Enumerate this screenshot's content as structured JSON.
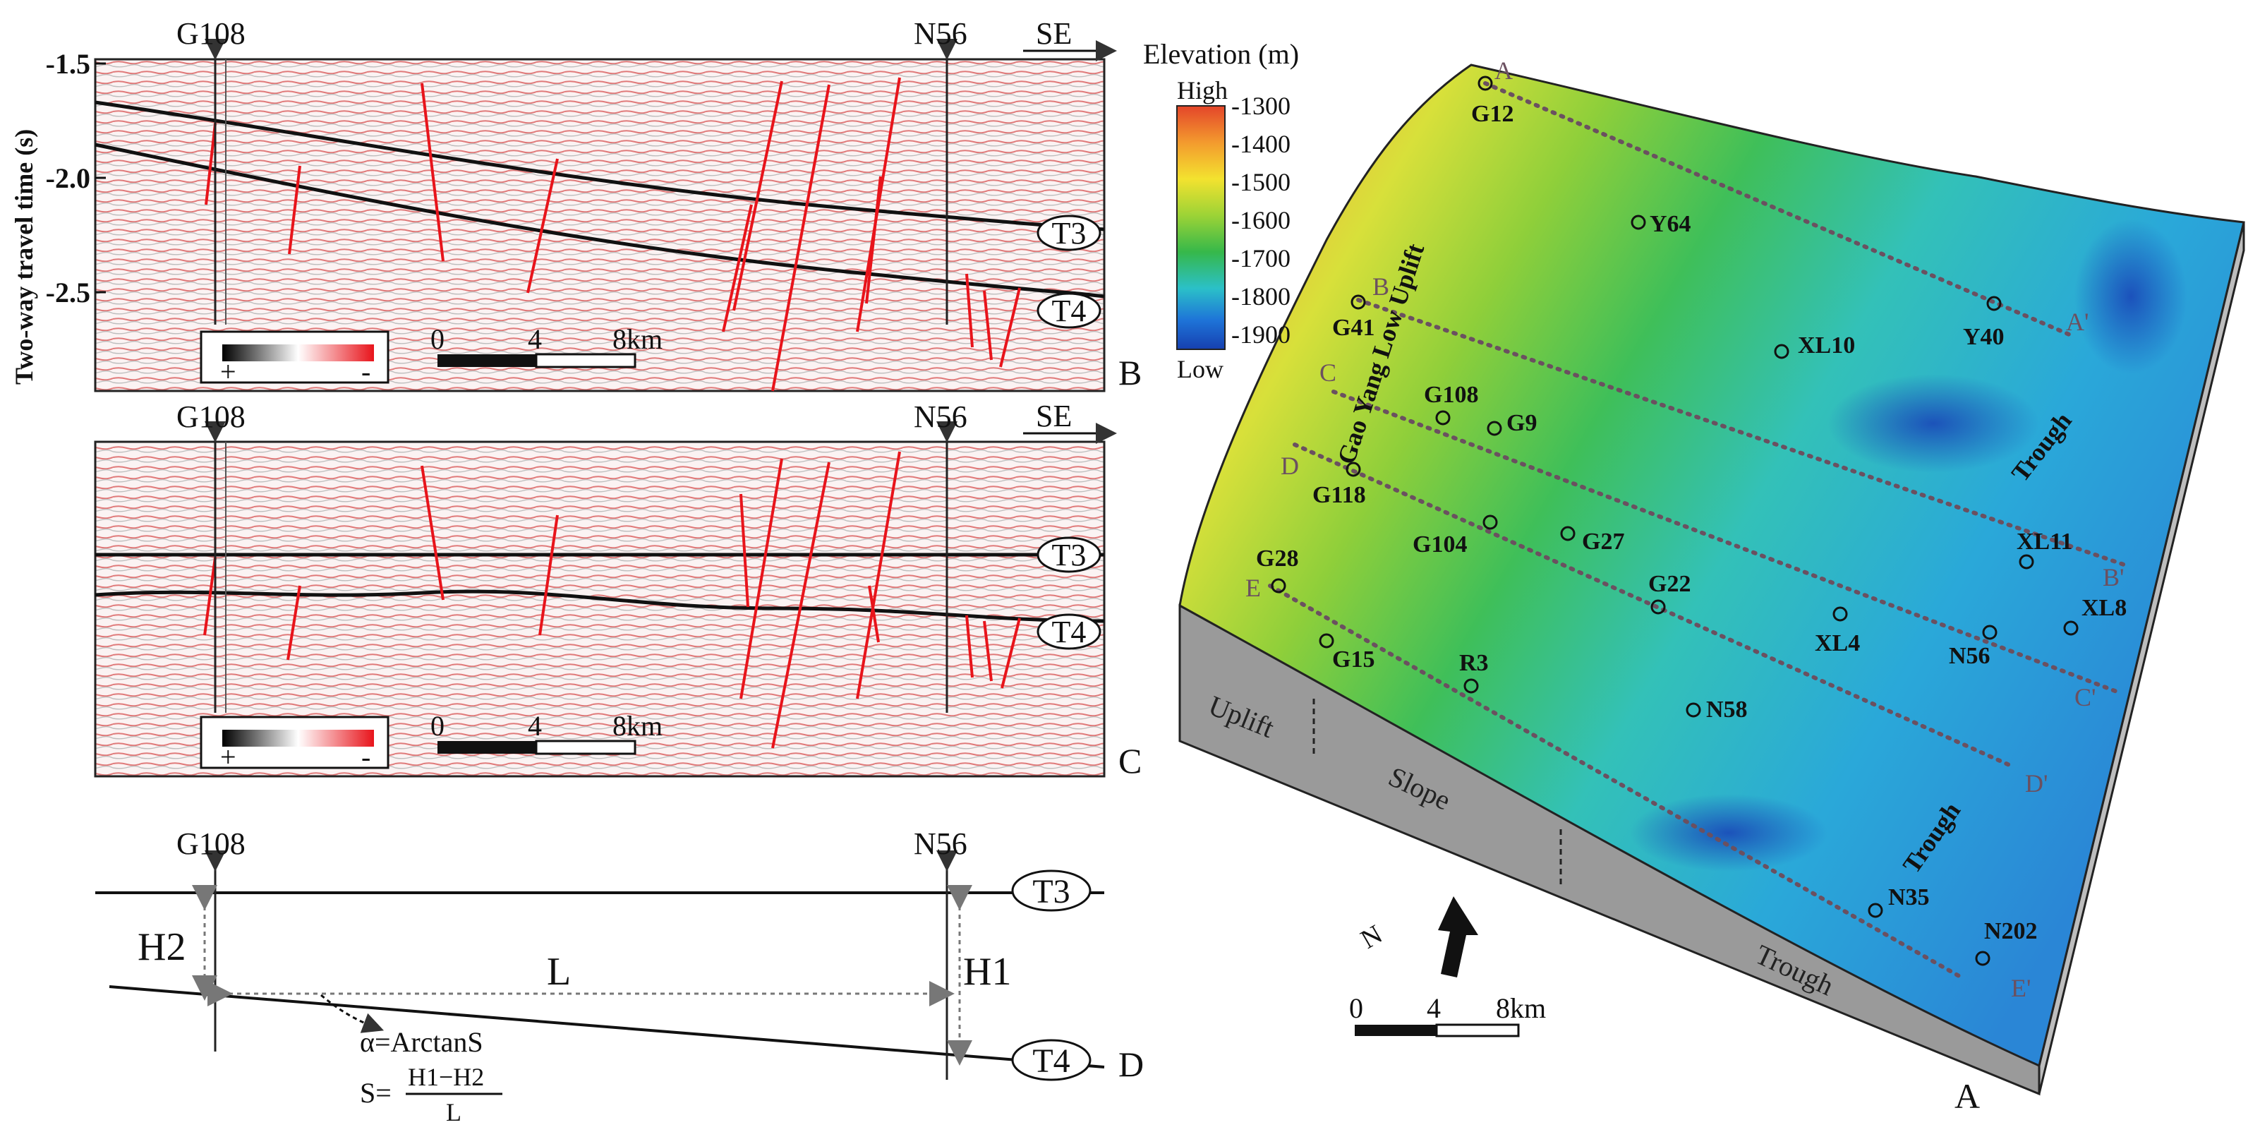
{
  "panel_b": {
    "wells": [
      "G108",
      "N56"
    ],
    "direction": "SE",
    "y_axis_label": "Two-way travel time (s)",
    "y_ticks": [
      "-1.5",
      "-2.0",
      "-2.5"
    ],
    "horizons": [
      "T3",
      "T4"
    ],
    "scale_ticks": [
      "0",
      "4",
      "8km"
    ],
    "polarity": [
      "+",
      "-"
    ],
    "panel_letter": "B"
  },
  "panel_c": {
    "wells": [
      "G108",
      "N56"
    ],
    "direction": "SE",
    "horizons": [
      "T3",
      "T4"
    ],
    "scale_ticks": [
      "0",
      "4",
      "8km"
    ],
    "polarity": [
      "+",
      "-"
    ],
    "panel_letter": "C"
  },
  "panel_d": {
    "wells": [
      "G108",
      "N56"
    ],
    "horizons": [
      "T3",
      "T4"
    ],
    "h2": "H2",
    "h1": "H1",
    "length": "L",
    "angle_formula": "α=ArctanS",
    "slope_lhs": "S=",
    "slope_num": "H1−H2",
    "slope_den": "L",
    "panel_letter": "D"
  },
  "panel_a": {
    "legend_title": "Elevation (m)",
    "legend_high": "High",
    "legend_low": "Low",
    "legend_ticks": [
      "-1300",
      "-1400",
      "-1500",
      "-1600",
      "-1700",
      "-1800",
      "-1900"
    ],
    "legend_colors": [
      "#e4452a",
      "#f39a2e",
      "#f3e22f",
      "#9cd336",
      "#36b84a",
      "#2bc0c8",
      "#1e74d8",
      "#1640b0"
    ],
    "structure_label": "Gao Yang Low Uplift",
    "trough_labels": [
      "Trough",
      "Trough"
    ],
    "side_labels": [
      "Uplift",
      "Slope",
      "Trough"
    ],
    "profiles": [
      {
        "start": "A",
        "end": "A'"
      },
      {
        "start": "B",
        "end": "B'"
      },
      {
        "start": "C",
        "end": "C'"
      },
      {
        "start": "D",
        "end": "D'"
      },
      {
        "start": "E",
        "end": "E'"
      }
    ],
    "wells": [
      "G12",
      "Y64",
      "Y40",
      "G41",
      "XL10",
      "G108",
      "G9",
      "G118",
      "G104",
      "G27",
      "XL11",
      "G28",
      "G22",
      "XL4",
      "XL8",
      "N56",
      "G15",
      "R3",
      "N58",
      "N35",
      "N202"
    ],
    "north": "N",
    "scale_ticks": [
      "0",
      "4",
      "8km"
    ],
    "panel_letter": "A"
  }
}
